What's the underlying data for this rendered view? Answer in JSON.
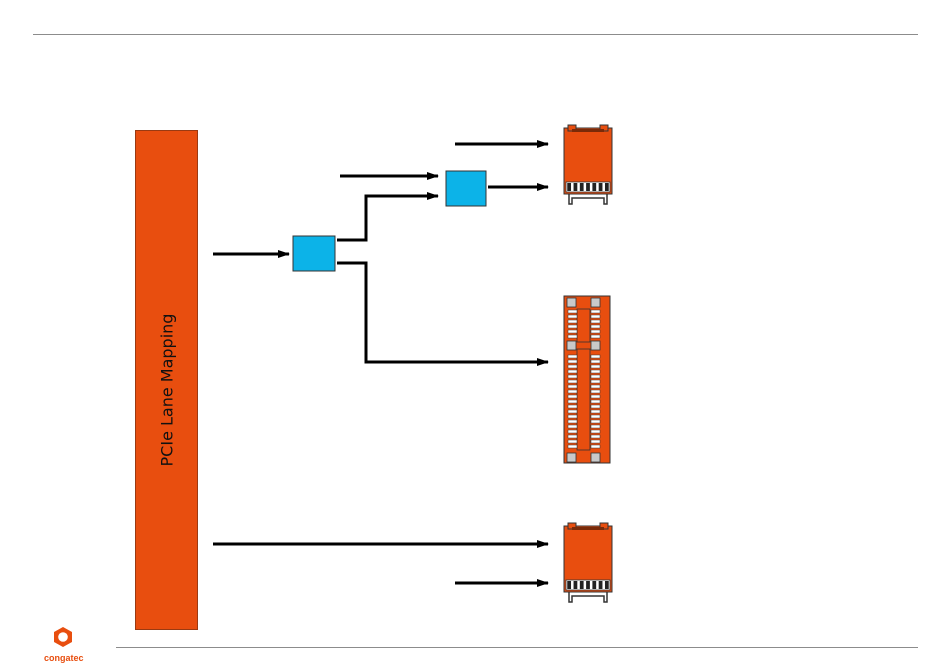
{
  "diagram": {
    "bar_label": "PCIe Lane Mapping",
    "colors": {
      "bar": "#e84e0f",
      "switch": "#0cb3e8",
      "connector": "#e84e0f",
      "arrow": "#000000",
      "rule": "#8c8c8c"
    },
    "nodes": [
      {
        "id": "switch-1",
        "kind": "switch"
      },
      {
        "id": "switch-2",
        "kind": "switch"
      },
      {
        "id": "m2-connector-top",
        "kind": "m2-connector"
      },
      {
        "id": "slot-connector-middle",
        "kind": "edge-slot-connector"
      },
      {
        "id": "m2-connector-bottom",
        "kind": "m2-connector"
      }
    ]
  },
  "brand": {
    "logo_icon": "hexagon-ring-icon",
    "name": "congatec"
  }
}
